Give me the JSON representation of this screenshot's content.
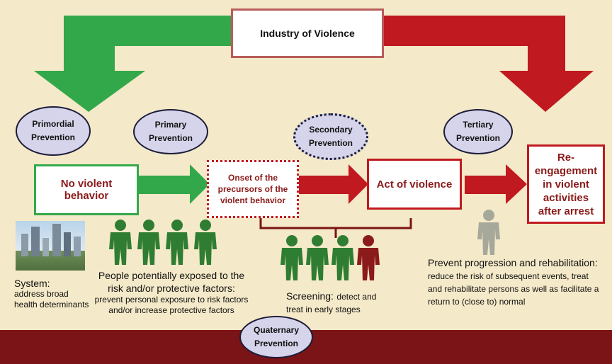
{
  "title": "Industry of Violence",
  "ellipses": {
    "primordial": "Primordial Prevention",
    "primary": "Primary Prevention",
    "secondary": "Secondary Prevention",
    "tertiary": "Tertiary Prevention",
    "quaternary": "Quaternary Prevention"
  },
  "boxes": {
    "no_violent": "No violent behavior",
    "onset": "Onset of the precursors of the violent behavior",
    "act": "Act of violence",
    "reengagement": "Re-engagement in violent activities after arrest"
  },
  "captions": {
    "system_head": "System:",
    "system_body": "address broad health determinants",
    "people_head": "People potentially exposed to the risk and/or protective factors:",
    "people_body": "prevent personal exposure to risk factors and/or increase protective factors",
    "screening_head": "Screening:",
    "screening_body": "detect and treat in early stages",
    "prevent_head": "Prevent progression and rehabilitation:",
    "prevent_body": "reduce the risk of subsequent events, treat and rehabilitate persons as well as facilitate a return to (close to) normal"
  },
  "colors": {
    "background": "#f4e9c8",
    "green": "#33a84a",
    "red": "#c0191f",
    "dark_red": "#7b1416",
    "ellipse_fill": "#d6d4ea",
    "person_green": "#2f7d32",
    "person_dark_red": "#8b1a1a",
    "person_gray": "#a6a89a"
  },
  "icons": [
    "city-photo",
    "person-icon",
    "bracket"
  ]
}
